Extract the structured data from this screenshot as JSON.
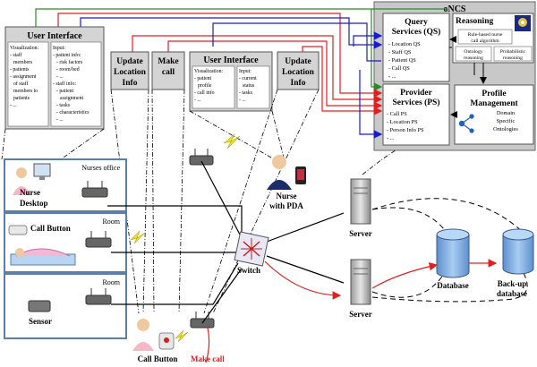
{
  "oncs": {
    "title": "oNCS",
    "query": {
      "title_1": "Query",
      "title_2": "Services (QS)",
      "items": [
        "- Location QS",
        "- Staff QS",
        "- Patient QS",
        "- Call QS",
        "- ..."
      ]
    },
    "reasoning": {
      "title": "Reasoning",
      "box1_l1": "Rule-based nurse",
      "box1_l2": "call algorithm",
      "box2_l1": "Ontology",
      "box2_l2": "reasoning",
      "box3_l1": "Probabilistic",
      "box3_l2": "reasoning"
    },
    "provider": {
      "title_1": "Provider",
      "title_2": "Services (PS)",
      "items": [
        "- Call PS",
        "- Location PS",
        "- Person Info PS",
        "- ..."
      ]
    },
    "profile": {
      "title_1": "Profile",
      "title_2": "Management",
      "sub_1": "Domain",
      "sub_2": "Specific",
      "sub_3": "Ontologies"
    }
  },
  "ui_left": {
    "title": "User Interface",
    "vis_lines": [
      "Visualization:",
      "- staff",
      "members",
      "- patients",
      "- assignment",
      "of staff",
      "members to",
      "patients",
      "- ..."
    ],
    "input_lines": [
      "Input:",
      "- patient info:",
      "- risk factors",
      "- room/bed",
      "- ...",
      "- staff info:",
      "- patient",
      "assignment",
      "- tasks",
      "- characteristics",
      "- ..."
    ]
  },
  "update_location_1": [
    "Update",
    "Location",
    "Info"
  ],
  "make_call_box": [
    "Make",
    "call"
  ],
  "ui_mid": {
    "title": "User Interface",
    "vis_lines": [
      "Visualization:",
      "- patient",
      "profile",
      "- call info",
      "- ..."
    ],
    "input_lines": [
      "Input:",
      "- current",
      "status",
      "- tasks",
      "- ..."
    ]
  },
  "update_location_2": [
    "Update",
    "Location",
    "Info"
  ],
  "rooms": {
    "nurses_office": "Nurses office",
    "room_1": "Room",
    "room_2": "Room"
  },
  "labels": {
    "nurse_desktop": [
      "Nurse",
      "Desktop"
    ],
    "call_button_room": "Call Button",
    "sensor": "Sensor",
    "nurse_pda": [
      "Nurse",
      "with PDA"
    ],
    "switch": "Switch",
    "server_1": "Server",
    "server_2": "Server",
    "database": "Database",
    "backup": [
      "Back-up",
      "database"
    ],
    "call_button_bottom": "Call Button",
    "make_call_bottom": "Make call"
  },
  "colors": {
    "green_link": "#2a8a2a",
    "red_link": "#e02020",
    "blue_link": "#1a1ad0",
    "panel_gray": "#c8c8c8",
    "box_gray": "#d4d4d4",
    "room_border": "#5a7fa8",
    "db_fill": "#8ab4e6"
  }
}
